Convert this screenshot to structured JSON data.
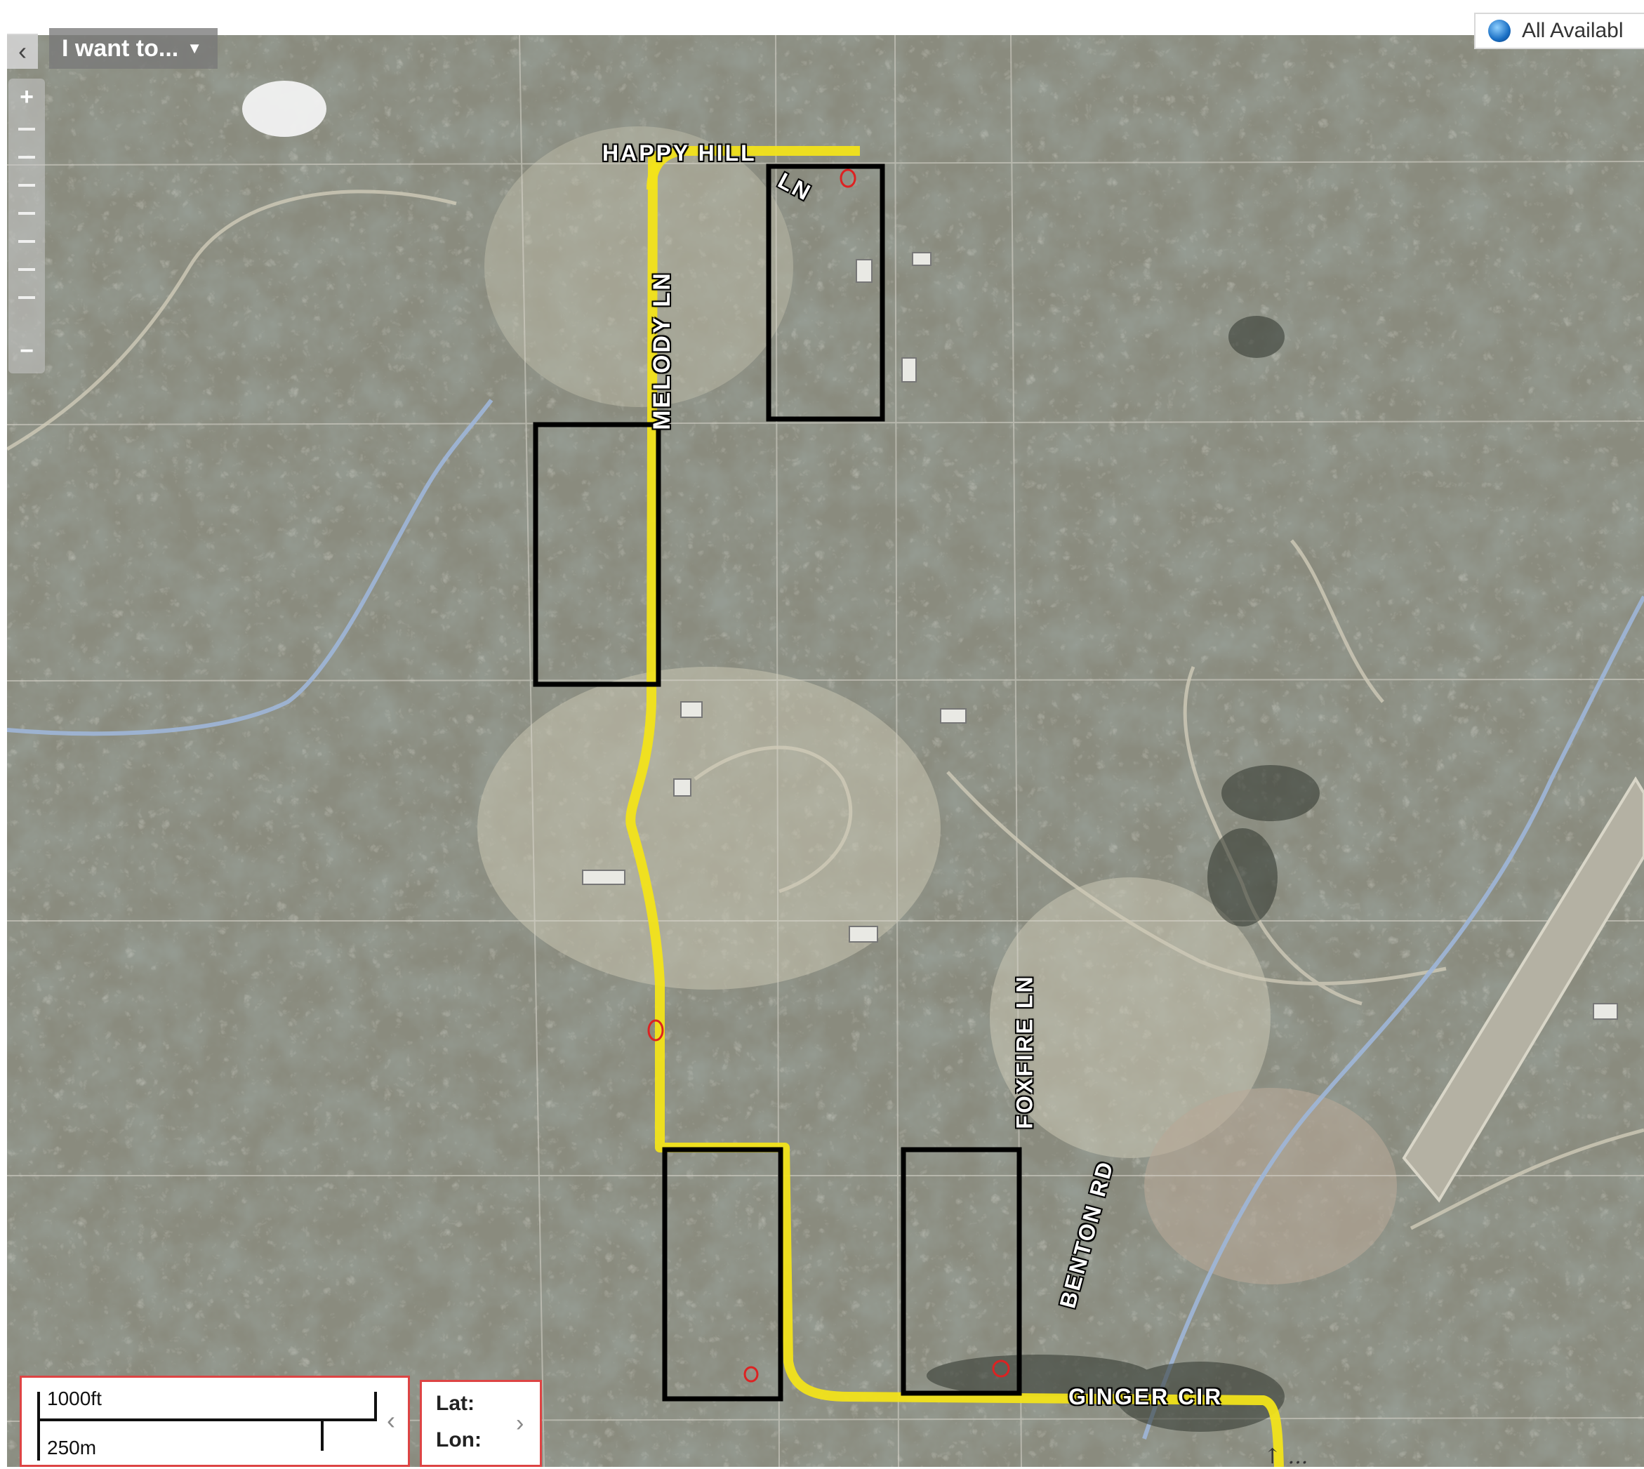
{
  "toolbar": {
    "want_to_label": "I want to...",
    "want_to_caret": "▼",
    "collapse_glyph": "‹",
    "layers_label": "All Availabl",
    "layers_icon": "globe-icon"
  },
  "zoom": {
    "plus": "+",
    "minus": "−"
  },
  "streets": {
    "happy_hill": "HAPPY HILL",
    "happy_hill_ln": "LN",
    "melody": "MELODY LN",
    "foxfire": "FOXFIRE LN",
    "benton": "BENTON RD",
    "ginger": "GINGER CIR"
  },
  "scale": {
    "feet": "1000ft",
    "meters": "250m",
    "arrow": "‹"
  },
  "coords": {
    "lat_label": "Lat:",
    "lon_label": "Lon:",
    "arrow": "›"
  },
  "annotation": {
    "handwriting": "↑ ... "
  },
  "colors": {
    "route": "#f2e31a",
    "parcel_outline": "#000000",
    "stream": "#9fb6d8",
    "terrain_dark": "#4c5549",
    "terrain_light": "#b9b6a4"
  }
}
